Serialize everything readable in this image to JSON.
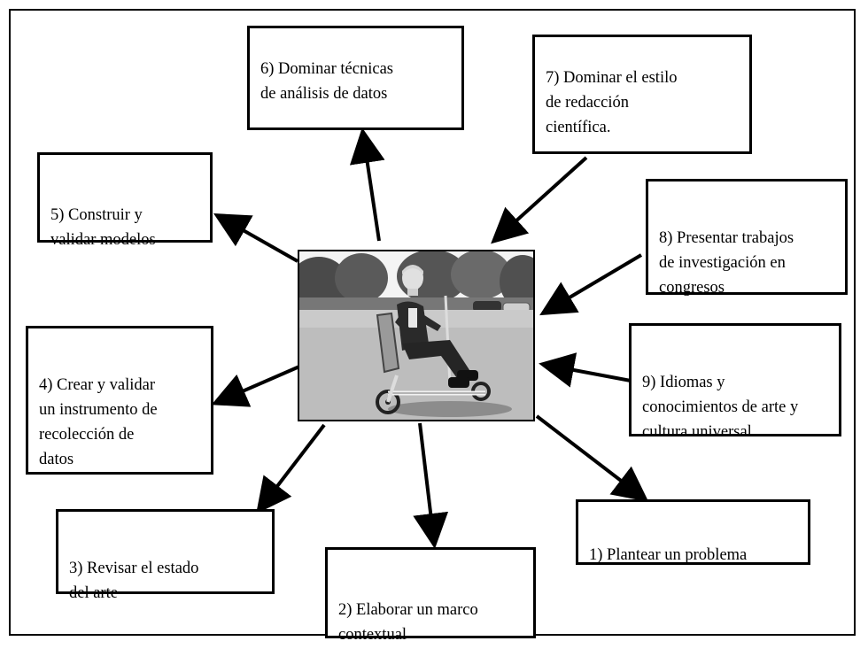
{
  "nodes": {
    "n1": {
      "text": "1) Plantear un problema"
    },
    "n2": {
      "text": "2) Elaborar un marco\ncontextual"
    },
    "n3": {
      "text": "3)  Revisar  el  estado\ndel arte"
    },
    "n4": {
      "text": "4) Crear y validar\nun instrumento de\nrecolección de\ndatos"
    },
    "n5": {
      "text": "5) Construir y\nvalidar modelos"
    },
    "n6": {
      "text": "6) Dominar técnicas\nde análisis de datos"
    },
    "n7": {
      "text": "7) Dominar el estilo\nde redacción\ncientífica."
    },
    "n8": {
      "text": "8) Presentar trabajos\nde investigación en\ncongresos"
    },
    "n9": {
      "text": "9) Idiomas y\nconocimientos de arte y\ncultura universal"
    }
  },
  "colors": {
    "line": "#000000",
    "background": "#ffffff"
  },
  "center_image": "grayscale photo of a smiling man seated on a recumbent tricycle in a park"
}
